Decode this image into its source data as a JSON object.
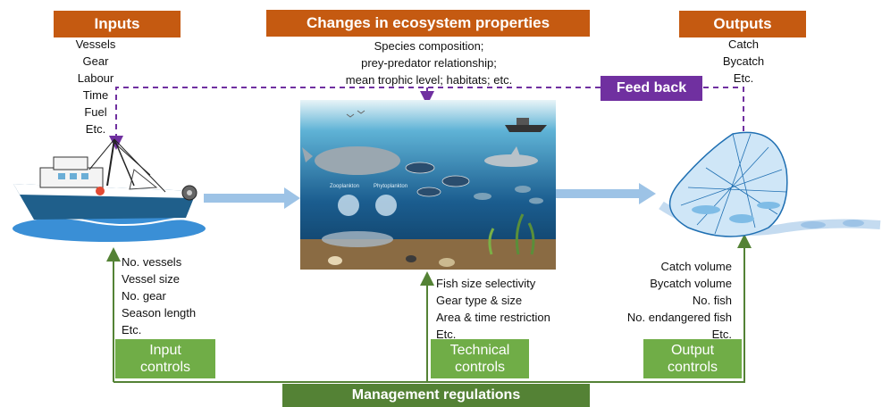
{
  "inputs": {
    "title": "Inputs",
    "items": [
      "Vessels",
      "Gear",
      "Labour",
      "Time",
      "Fuel",
      "Etc."
    ]
  },
  "ecosystem": {
    "title": "Changes in ecosystem properties",
    "lines": [
      "Species composition;",
      "prey-predator relationship;",
      "mean trophic level; habitats; etc."
    ],
    "zooplankton_label": "Zooplankton",
    "phytoplankton_label": "Phytoplankton"
  },
  "outputs": {
    "title": "Outputs",
    "items": [
      "Catch",
      "Bycatch",
      "Etc."
    ]
  },
  "feedback": {
    "label": "Feed back"
  },
  "input_controls": {
    "items": [
      "No. vessels",
      "Vessel size",
      "No. gear",
      "Season length",
      "Etc."
    ],
    "box_line1": "Input",
    "box_line2": "controls"
  },
  "technical_controls": {
    "items": [
      "Fish size selectivity",
      "Gear type & size",
      "Area & time restriction",
      "Etc."
    ],
    "box_line1": "Technical",
    "box_line2": "controls"
  },
  "output_controls": {
    "items": [
      "Catch volume",
      "Bycatch volume",
      "No. fish",
      "No. endangered fish",
      "Etc."
    ],
    "box_line1": "Output",
    "box_line2": "controls"
  },
  "management": {
    "label": "Management regulations"
  },
  "colors": {
    "header_orange": "#c55a11",
    "feedback_purple": "#7030a0",
    "control_green": "#70ad47",
    "management_green": "#548235",
    "flow_blue": "#9dc3e6"
  }
}
